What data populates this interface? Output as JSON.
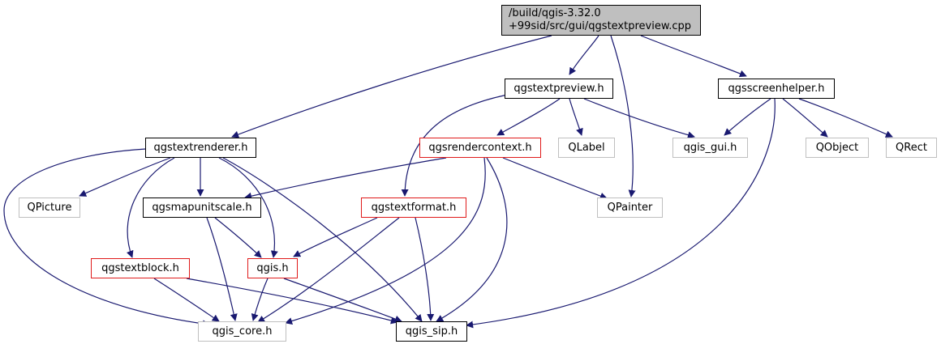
{
  "diagram": {
    "colors": {
      "edge": "#191970",
      "border_default": "#000000",
      "border_truncated": "#e01b1b",
      "border_external": "#bfbfbf",
      "root_fill": "#bfbfbf"
    },
    "nodes": {
      "root": {
        "lines": [
          "/build/qgis-3.32.0",
          "+99sid/src/gui/qgstextpreview.cpp"
        ]
      },
      "qgstextpreview": {
        "label": "qgstextpreview.h"
      },
      "qgsscreenhelper": {
        "label": "qgsscreenhelper.h"
      },
      "qgstextrenderer": {
        "label": "qgstextrenderer.h"
      },
      "qgsrendercontext": {
        "label": "qgsrendercontext.h"
      },
      "qlabel": {
        "label": "QLabel"
      },
      "qgis_gui": {
        "label": "qgis_gui.h"
      },
      "qobject": {
        "label": "QObject"
      },
      "qrect": {
        "label": "QRect"
      },
      "qpicture": {
        "label": "QPicture"
      },
      "qgsmapunitscale": {
        "label": "qgsmapunitscale.h"
      },
      "qgstextformat": {
        "label": "qgstextformat.h"
      },
      "qpainter": {
        "label": "QPainter"
      },
      "qgstextblock": {
        "label": "qgstextblock.h"
      },
      "qgis": {
        "label": "qgis.h"
      },
      "qgis_core": {
        "label": "qgis_core.h"
      },
      "qgis_sip": {
        "label": "qgis_sip.h"
      }
    },
    "edges": [
      [
        "root",
        "qgstextpreview"
      ],
      [
        "root",
        "qgsscreenhelper"
      ],
      [
        "root",
        "qgstextrenderer"
      ],
      [
        "root",
        "qpainter"
      ],
      [
        "qgstextpreview",
        "qgsrendercontext"
      ],
      [
        "qgstextpreview",
        "qlabel"
      ],
      [
        "qgstextpreview",
        "qgis_gui"
      ],
      [
        "qgstextpreview",
        "qgstextformat"
      ],
      [
        "qgsscreenhelper",
        "qgis_gui"
      ],
      [
        "qgsscreenhelper",
        "qobject"
      ],
      [
        "qgsscreenhelper",
        "qrect"
      ],
      [
        "qgsscreenhelper",
        "qgis_sip"
      ],
      [
        "qgstextrenderer",
        "qpicture"
      ],
      [
        "qgstextrenderer",
        "qgsmapunitscale"
      ],
      [
        "qgstextrenderer",
        "qgstextblock"
      ],
      [
        "qgstextrenderer",
        "qgis"
      ],
      [
        "qgstextrenderer",
        "qgis_core"
      ],
      [
        "qgstextrenderer",
        "qgis_sip"
      ],
      [
        "qgsrendercontext",
        "qgsmapunitscale"
      ],
      [
        "qgsrendercontext",
        "qpainter"
      ],
      [
        "qgsrendercontext",
        "qgis_core"
      ],
      [
        "qgsrendercontext",
        "qgis_sip"
      ],
      [
        "qgsmapunitscale",
        "qgis"
      ],
      [
        "qgsmapunitscale",
        "qgis_core"
      ],
      [
        "qgstextformat",
        "qgis"
      ],
      [
        "qgstextformat",
        "qgis_core"
      ],
      [
        "qgstextformat",
        "qgis_sip"
      ],
      [
        "qgstextblock",
        "qgis_core"
      ],
      [
        "qgstextblock",
        "qgis_sip"
      ],
      [
        "qgis",
        "qgis_core"
      ],
      [
        "qgis",
        "qgis_sip"
      ]
    ]
  }
}
